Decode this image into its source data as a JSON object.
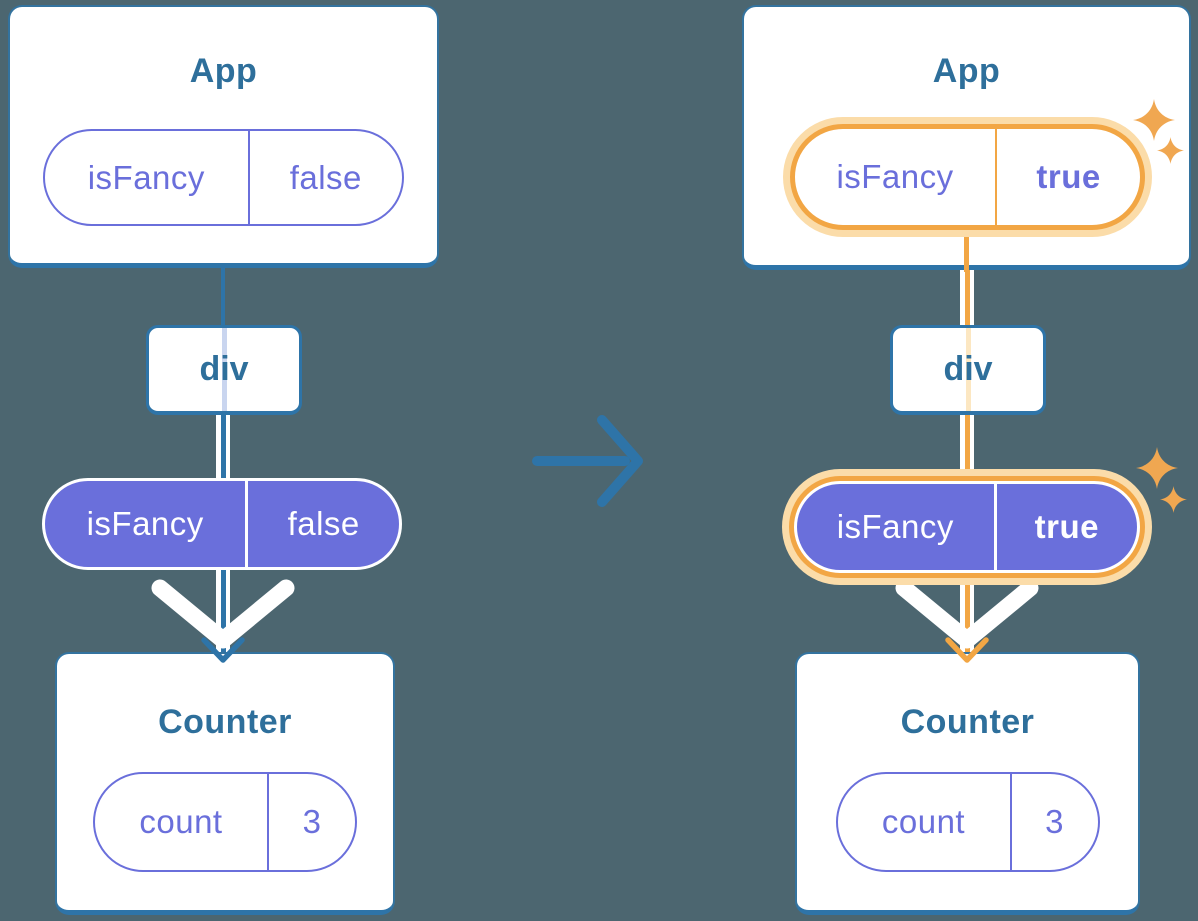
{
  "diagram": {
    "background_color": "#4C6670",
    "colors": {
      "card_border_blue": "#2E74A8",
      "heading_blue": "#2E6F9B",
      "purple": "#6A6FDB",
      "orange": "#F2A644",
      "orange_halo": "#FBDCA9",
      "faded_edge_blue": "#C9D5EF",
      "faded_edge_orange": "#FCE7C2",
      "arrow_white": "#FFFFFF"
    },
    "icons": [
      "transition-arrow-icon",
      "sparkle-icon",
      "prop-flow-arrow-icon"
    ]
  },
  "trees": [
    {
      "state": "before",
      "app": {
        "title": "App",
        "state_pill": {
          "name": "isFancy",
          "value": "false"
        }
      },
      "div": {
        "label": "div"
      },
      "prop_pill": {
        "name": "isFancy",
        "value": "false"
      },
      "counter": {
        "title": "Counter",
        "state_pill": {
          "name": "count",
          "value": "3"
        }
      }
    },
    {
      "state": "after",
      "app": {
        "title": "App",
        "state_pill": {
          "name": "isFancy",
          "value": "true"
        }
      },
      "div": {
        "label": "div"
      },
      "prop_pill": {
        "name": "isFancy",
        "value": "true"
      },
      "counter": {
        "title": "Counter",
        "state_pill": {
          "name": "count",
          "value": "3"
        }
      }
    }
  ]
}
